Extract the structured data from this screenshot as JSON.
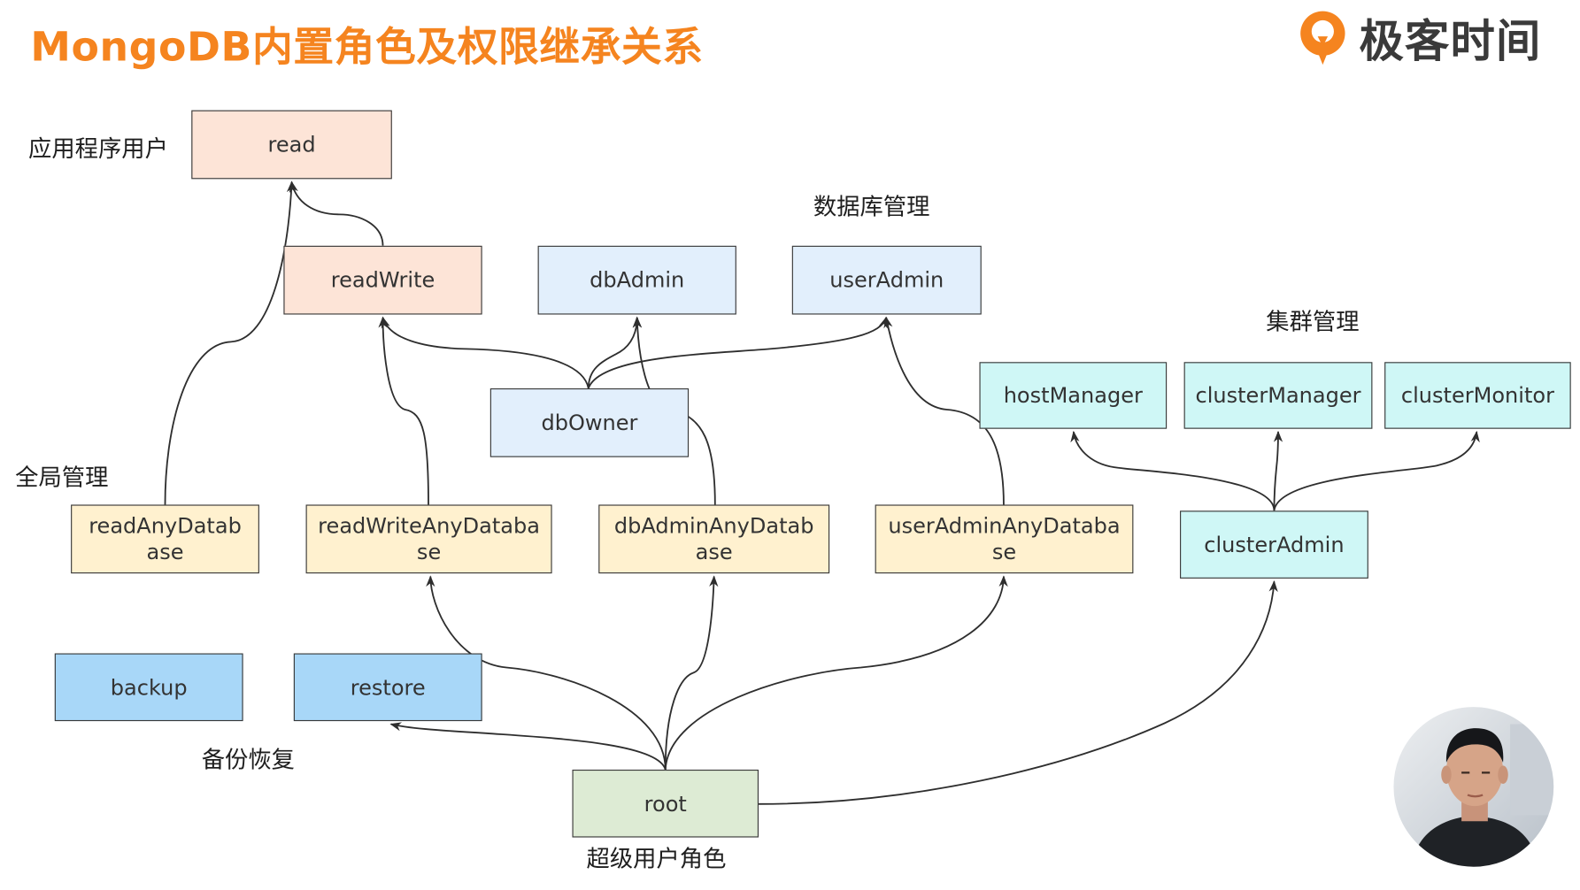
{
  "title": "MongoDB内置角色及权限继承关系",
  "logo": {
    "text": "极客时间",
    "icon": "geektime-logo-icon"
  },
  "groups": {
    "application_user": "应用程序用户",
    "database_admin": "数据库管理",
    "cluster_admin": "集群管理",
    "global_admin": "全局管理",
    "backup_restore": "备份恢复",
    "superuser": "超级用户角色"
  },
  "roles": {
    "read": "read",
    "readWrite": "readWrite",
    "dbAdmin": "dbAdmin",
    "userAdmin": "userAdmin",
    "dbOwner": "dbOwner",
    "hostManager": "hostManager",
    "clusterManager": "clusterManager",
    "clusterMonitor": "clusterMonitor",
    "readAnyDatabase": [
      "readAnyDatab",
      "ase"
    ],
    "readWriteAnyDatabase": [
      "readWriteAnyDataba",
      "se"
    ],
    "dbAdminAnyDatabase": [
      "dbAdminAnyDatab",
      "ase"
    ],
    "userAdminAnyDatabase": [
      "userAdminAnyDataba",
      "se"
    ],
    "clusterAdmin": "clusterAdmin",
    "backup": "backup",
    "restore": "restore",
    "root": "root"
  },
  "colors": {
    "title": "#f5841f",
    "application_role": "#fde4d7",
    "database_role": "#e2effc",
    "cluster_role": "#cff7f6",
    "global_role": "#fff1cf",
    "backup_role": "#a8d7f8",
    "superuser_role": "#ddebd4",
    "edge": "#2e2e2e"
  }
}
